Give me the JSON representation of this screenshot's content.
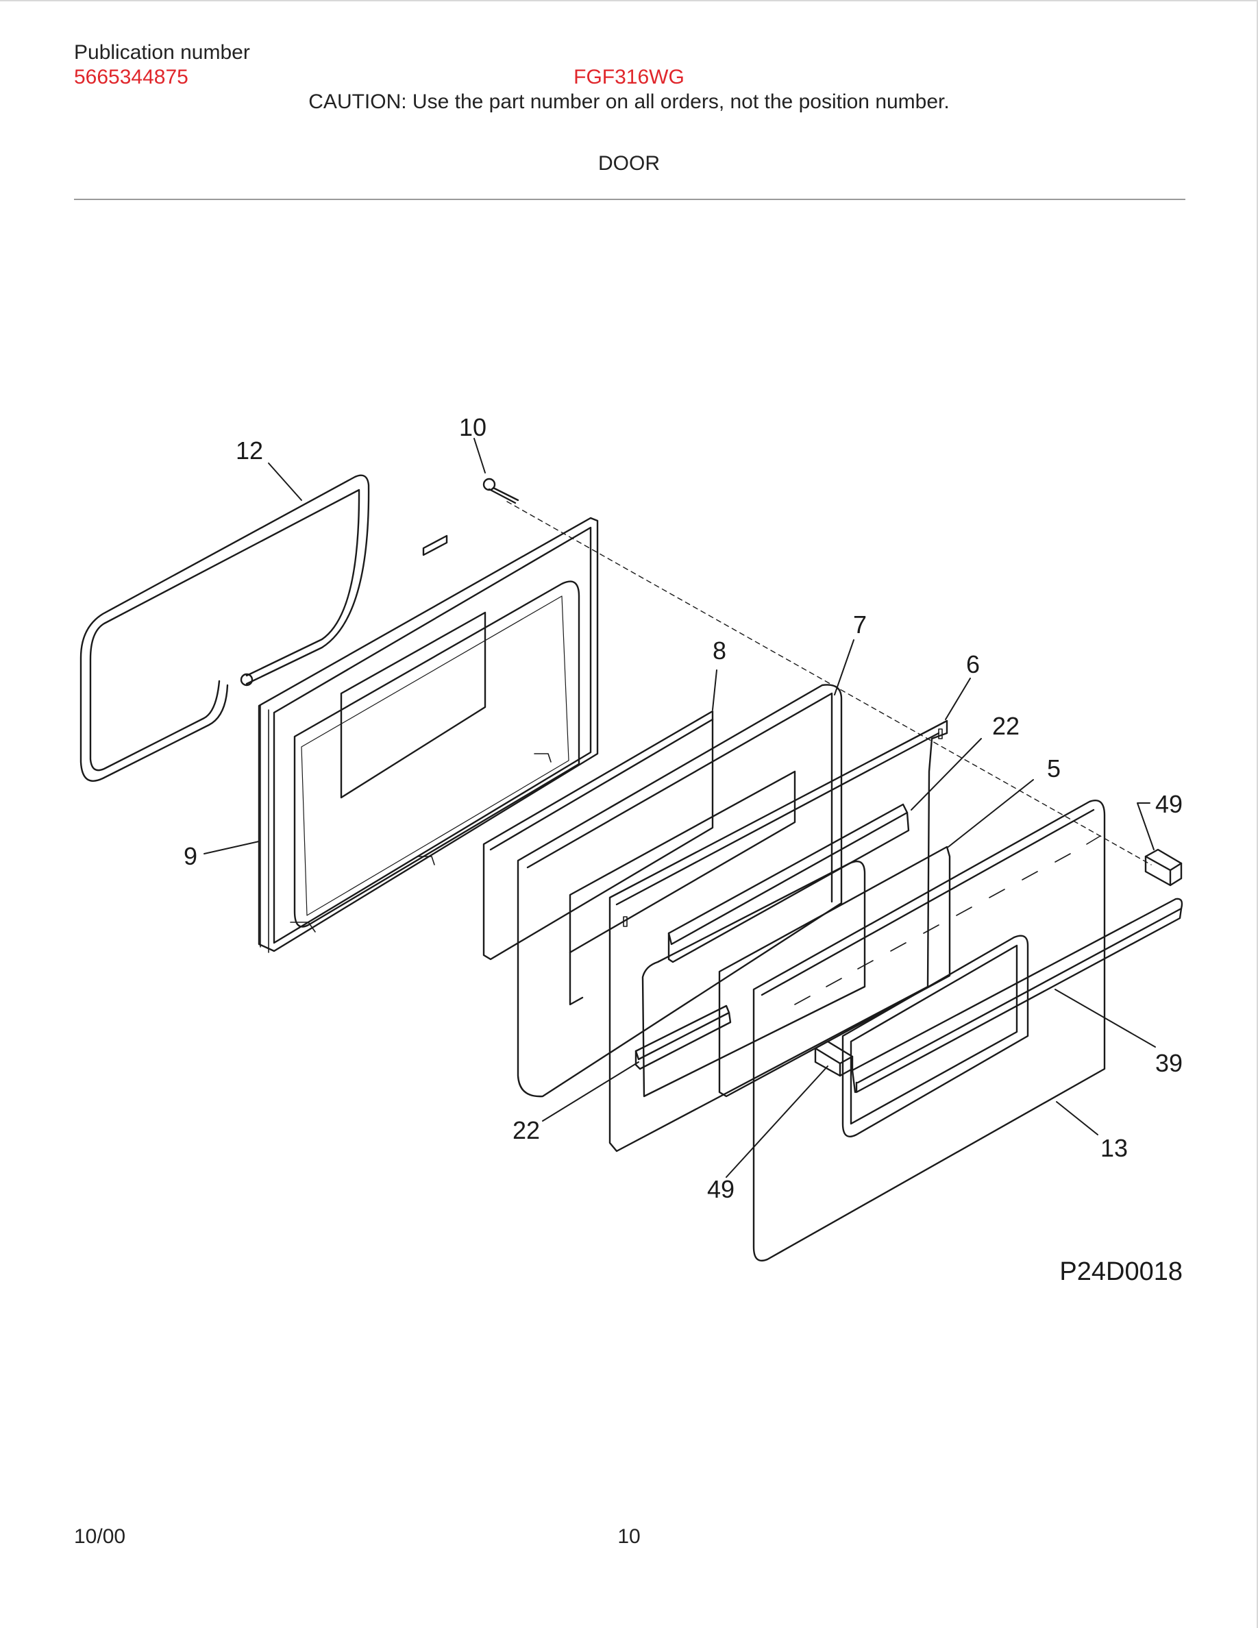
{
  "header": {
    "publication_label": "Publication number",
    "publication_number": "5665344875",
    "model": "FGF316WG",
    "caution": "CAUTION:  Use the part number on all orders, not the position number.",
    "section_title": "DOOR"
  },
  "diagram": {
    "callouts": {
      "c12": "12",
      "c10": "10",
      "c8": "8",
      "c7": "7",
      "c6": "6",
      "c22a": "22",
      "c5": "5",
      "c49a": "49",
      "c9": "9",
      "c39": "39",
      "c22b": "22",
      "c13": "13",
      "c49b": "49"
    },
    "figure_id": "P24D0018"
  },
  "footer": {
    "date": "10/00",
    "page": "10"
  }
}
